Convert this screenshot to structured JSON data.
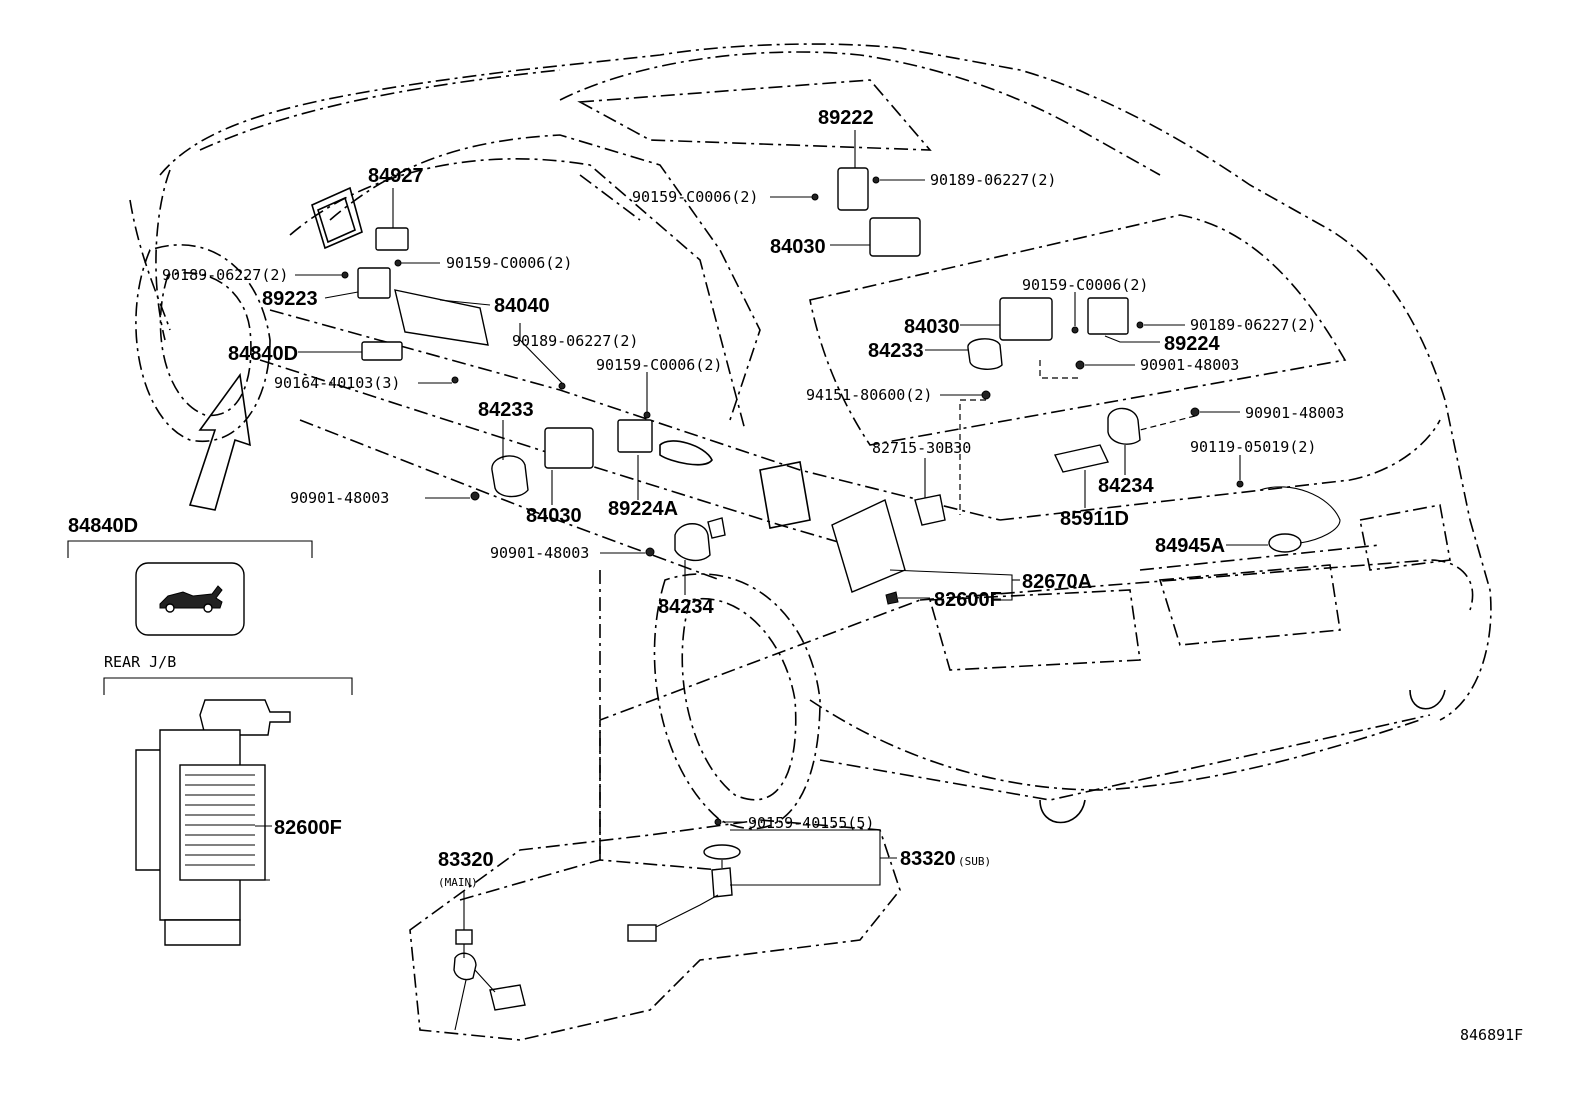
{
  "diagram_id": "846891F",
  "callouts": {
    "p89222": "89222",
    "p90189_06227_a": "90189-06227(2)",
    "p90159_C0006_a": "90159-C0006(2)",
    "p84030_a": "84030",
    "p84927": "84927",
    "p90189_06227_b": "90189-06227(2)",
    "p90159_C0006_b": "90159-C0006(2)",
    "p89223": "89223",
    "p84040": "84040",
    "p84840D": "84840D",
    "p90189_06227_c": "90189-06227(2)",
    "p90159_C0006_c": "90159-C0006(2)",
    "p90164_40103": "90164-40103(3)",
    "p84233_a": "84233",
    "p90901_48003_a": "90901-48003",
    "p84030_b": "84030",
    "p89224A": "89224A",
    "p90901_48003_b": "90901-48003",
    "p84234_a": "84234",
    "p90159_C0006_d": "90159-C0006(2)",
    "p90189_06227_d": "90189-06227(2)",
    "p84030_c": "84030",
    "p89224": "89224",
    "p84233_b": "84233",
    "p90901_48003_c": "90901-48003",
    "p94151_80600": "94151-80600(2)",
    "p90901_48003_d": "90901-48003",
    "p82715_30B30": "82715-30B30",
    "p90119_05019": "90119-05019(2)",
    "p84234_b": "84234",
    "p85911D": "85911D",
    "p84945A": "84945A",
    "p82670A": "82670A",
    "p82600F_a": "82600F",
    "p90159_40155": "90159-40155(5)",
    "p83320_sub": "83320",
    "p83320_sub_tag": "(SUB)",
    "p83320_main": "83320",
    "p83320_main_tag": "(MAIN)",
    "p84840D_inset": "84840D",
    "rear_jb_title": "REAR J/B",
    "p82600F_b": "82600F"
  }
}
